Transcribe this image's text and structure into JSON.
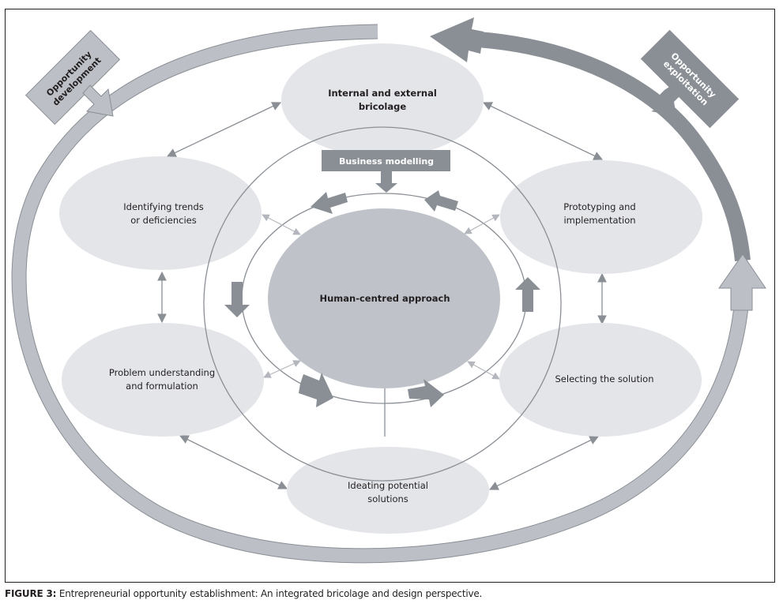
{
  "figure": {
    "caption_label": "FIGURE 3:",
    "caption_text": " Entrepreneurial opportunity establishment: An integrated bricolage and design perspective."
  },
  "nodes": {
    "center": {
      "line1": "Human-centred approach"
    },
    "top": {
      "line1": "Internal and external",
      "line2": "bricolage"
    },
    "upper_left": {
      "line1": "Identifying trends",
      "line2": "or deficiencies"
    },
    "upper_right": {
      "line1": "Prototyping and",
      "line2": "implementation"
    },
    "lower_left": {
      "line1": "Problem understanding",
      "line2": "and formulation"
    },
    "lower_right": {
      "line1": "Selecting the solution"
    },
    "bottom": {
      "line1": "Ideating potential",
      "line2": "solutions"
    }
  },
  "callouts": {
    "business_modelling": "Business modelling",
    "opportunity_development": {
      "line1": "Opportunity",
      "line2": "development"
    },
    "opportunity_exploitation": {
      "line1": "Opportunity",
      "line2": "exploitation"
    }
  },
  "colors": {
    "light_ellipse": "#e3e5e9",
    "center_ellipse": "#bfc3c9",
    "dark_arrow": "#8a8f95",
    "light_arrow": "#bcc0c6",
    "line": "#8a8f95",
    "pale_arrow": "#b3b7bd",
    "text": "#231f20"
  }
}
